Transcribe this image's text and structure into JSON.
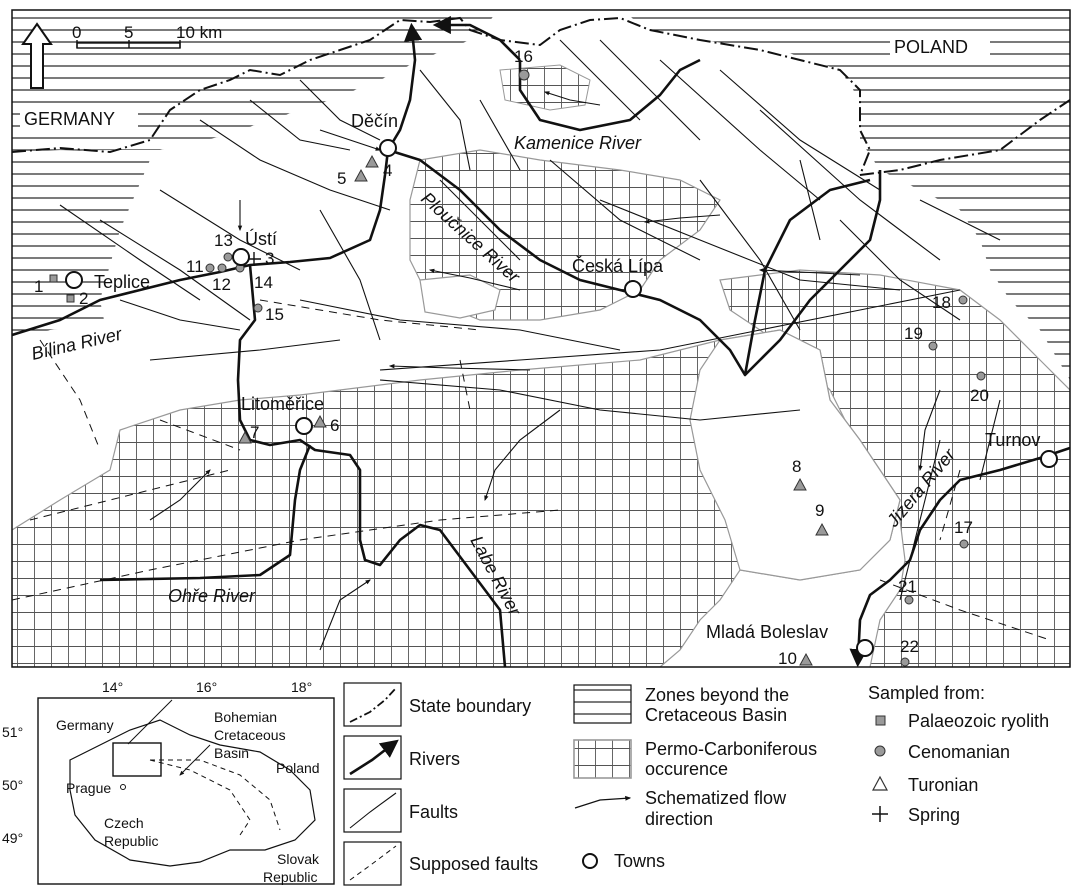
{
  "scale_bar": {
    "t0": "0",
    "t1": "5",
    "t2": "10 km"
  },
  "countries": {
    "germany": "GERMANY",
    "poland": "POLAND"
  },
  "towns": [
    {
      "name": "Děčín"
    },
    {
      "name": "Ústí"
    },
    {
      "name": "Teplice"
    },
    {
      "name": "Česká Lípa"
    },
    {
      "name": "Litoměřice"
    },
    {
      "name": "Turnov"
    },
    {
      "name": "Mladá Boleslav"
    }
  ],
  "rivers": {
    "kamenice": "Kamenice River",
    "ploucnice": "Ploučnice River",
    "bilina": "Bílina River",
    "ohre": "Ohře River",
    "labe": "Labe River",
    "jizera": "Jizera River"
  },
  "samples": [
    {
      "n": "1",
      "type": "Palaeozoic ryolith"
    },
    {
      "n": "2",
      "type": "Palaeozoic ryolith"
    },
    {
      "n": "3",
      "type": "Spring"
    },
    {
      "n": "4",
      "type": "Turonian"
    },
    {
      "n": "5",
      "type": "Turonian"
    },
    {
      "n": "6",
      "type": "Turonian"
    },
    {
      "n": "7",
      "type": "Turonian"
    },
    {
      "n": "8",
      "type": "Turonian"
    },
    {
      "n": "9",
      "type": "Turonian"
    },
    {
      "n": "10",
      "type": "Turonian"
    },
    {
      "n": "11",
      "type": "Cenomanian"
    },
    {
      "n": "12",
      "type": "Cenomanian"
    },
    {
      "n": "13",
      "type": "Cenomanian"
    },
    {
      "n": "14",
      "type": "Cenomanian"
    },
    {
      "n": "15",
      "type": "Cenomanian"
    },
    {
      "n": "16",
      "type": "Cenomanian"
    },
    {
      "n": "17",
      "type": "Cenomanian"
    },
    {
      "n": "18",
      "type": "Cenomanian"
    },
    {
      "n": "19",
      "type": "Cenomanian"
    },
    {
      "n": "20",
      "type": "Cenomanian"
    },
    {
      "n": "21",
      "type": "Cenomanian"
    },
    {
      "n": "22",
      "type": "Cenomanian"
    }
  ],
  "inset": {
    "lon_14": "14°",
    "lon_16": "16°",
    "lon_18": "18°",
    "lat_51": "51°",
    "lat_50": "50°",
    "lat_49": "49°",
    "germany": "Germany",
    "poland": "Poland",
    "prague": "Prague",
    "czech_1": "Czech",
    "czech_2": "Republic",
    "slovak_1": "Slovak",
    "slovak_2": "Republic",
    "basin_1": "Bohemian",
    "basin_2": "Cretaceous",
    "basin_3": "Basin"
  },
  "legend": {
    "state_boundary": "State boundary",
    "rivers": "Rivers",
    "faults": "Faults",
    "supposed_faults": "Supposed faults",
    "zones_1": "Zones beyond the",
    "zones_2": "Cretaceous Basin",
    "permo_1": "Permo-Carboniferous",
    "permo_2": "occurence",
    "flow_1": "Schematized flow",
    "flow_2": "direction",
    "towns": "Towns",
    "sampled_from": "Sampled from:",
    "palaeozoic": "Palaeozoic ryolith",
    "cenomanian": "Cenomanian",
    "turonian": "Turonian",
    "spring": "Spring"
  },
  "colors": {
    "symbol_fill": "#9a9a9a",
    "line": "#111111",
    "grey_outline": "#9a9a9a"
  }
}
